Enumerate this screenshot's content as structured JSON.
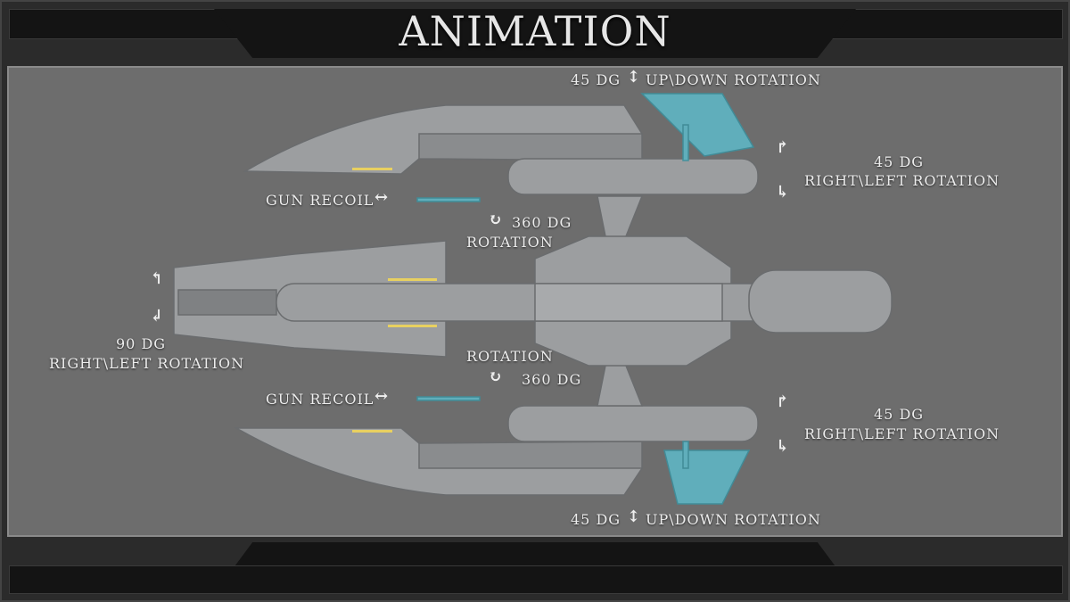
{
  "header": {
    "title": "ANIMATION"
  },
  "annotations": {
    "top_updown": {
      "degrees": "45 DG",
      "label": "UP\\DOWN ROTATION"
    },
    "top_rightleft": {
      "degrees": "45 DG",
      "label": "RIGHT\\LEFT ROTATION"
    },
    "top_gun": {
      "label": "GUN RECOIL"
    },
    "top_rotation": {
      "degrees": "360 DG",
      "label": "ROTATION"
    },
    "rear_rightleft": {
      "degrees": "90 DG",
      "label": "RIGHT\\LEFT ROTATION"
    },
    "bottom_rotation": {
      "degrees": "360 DG",
      "label": "ROTATION"
    },
    "bottom_gun": {
      "label": "GUN RECOIL"
    },
    "bottom_rightleft": {
      "degrees": "45 DG",
      "label": "RIGHT\\LEFT ROTATION"
    },
    "bottom_updown": {
      "degrees": "45 DG",
      "label": "UP\\DOWN ROTATION"
    }
  },
  "colors": {
    "hull": "#9c9ea0",
    "accent": "#5fb6c4",
    "panel": "#6d6d6d"
  }
}
